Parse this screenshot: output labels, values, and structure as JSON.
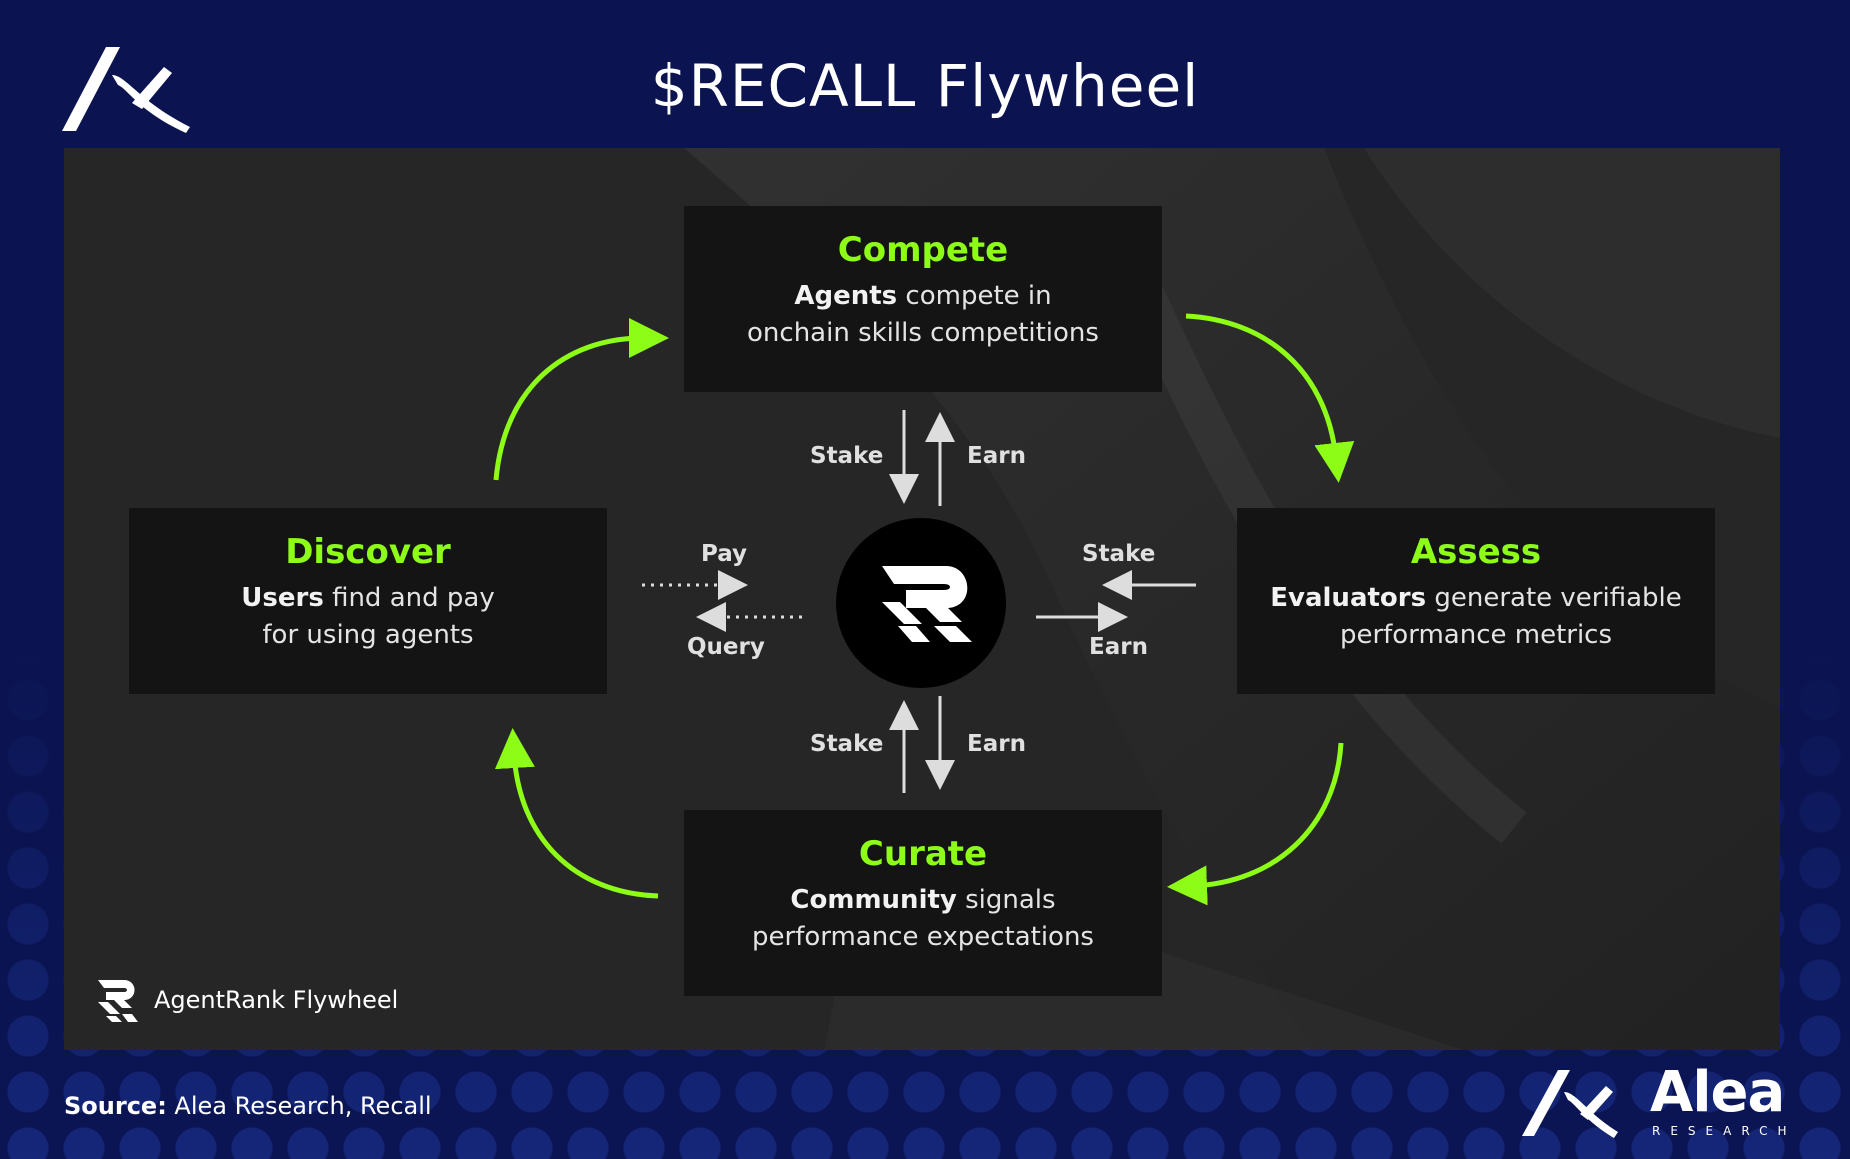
{
  "title": "$RECALL Flywheel",
  "colors": {
    "accent": "#8dfc17",
    "background": "#0b1554",
    "panel": "#262626",
    "box": "#141414"
  },
  "nodes": {
    "compete": {
      "title": "Compete",
      "bold": "Agents",
      "line1_rest": " compete in",
      "line2": "onchain skills competitions"
    },
    "assess": {
      "title": "Assess",
      "bold": "Evaluators",
      "line1_rest": " generate verifiable",
      "line2": "performance metrics"
    },
    "curate": {
      "title": "Curate",
      "bold": "Community",
      "line1_rest": " signals",
      "line2": "performance expectations"
    },
    "discover": {
      "title": "Discover",
      "bold": "Users",
      "line1_rest": " find and pay",
      "line2": "for using agents"
    }
  },
  "links": {
    "top": {
      "stake": "Stake",
      "earn": "Earn"
    },
    "right": {
      "stake": "Stake",
      "earn": "Earn"
    },
    "bottom": {
      "stake": "Stake",
      "earn": "Earn"
    },
    "left": {
      "pay": "Pay",
      "query": "Query"
    }
  },
  "center_icon": "recall-r-logo-icon",
  "footer": {
    "agent_label": "AgentRank Flywheel"
  },
  "source": {
    "label": "Source:",
    "text": " Alea Research, Recall"
  },
  "brand": {
    "name": "Alea",
    "sub": "RESEARCH"
  }
}
